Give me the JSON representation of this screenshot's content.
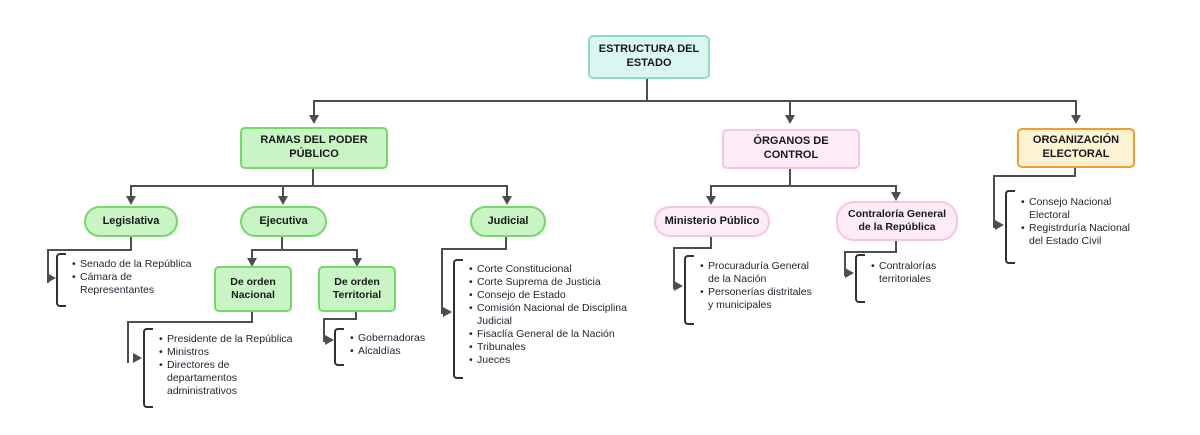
{
  "diagram": {
    "root": {
      "label": "ESTRUCTURA DEL ESTADO"
    },
    "ramas": {
      "label": "RAMAS DEL PODER PÚBLICO",
      "legislativa": {
        "label": "Legislativa",
        "items": [
          "Senado de la República",
          "Cámara de Representantes"
        ]
      },
      "ejecutiva": {
        "label": "Ejecutiva",
        "nacional": {
          "label": "De orden Nacional",
          "items": [
            "Presidente de la República",
            "Ministros",
            "Directores de departamentos administrativos"
          ]
        },
        "territorial": {
          "label": "De orden Territorial",
          "items": [
            "Gobernadoras",
            "Alcaldías"
          ]
        }
      },
      "judicial": {
        "label": "Judicial",
        "items": [
          "Corte Constitucional",
          "Corte Suprema de Justicia",
          "Consejo de Estado",
          "Comisión Nacional de Disciplina Judicial",
          "Fisaclía General de la Nación",
          "Tribunales",
          "Jueces"
        ]
      }
    },
    "organos": {
      "label": "ÓRGANOS DE CONTROL",
      "ministerio": {
        "label": "Ministerio Público",
        "items": [
          "Procuraduría General de la Nación",
          "Personerías distritales y municipales"
        ]
      },
      "contraloria": {
        "label": "Contraloría General de la República",
        "items": [
          "Contralorías territoriales"
        ]
      }
    },
    "electoral": {
      "label": "ORGANIZACIÓN ELECTORAL",
      "items": [
        "Consejo Nacional Electoral",
        "Registrduría Nacional del Estado Civil"
      ]
    },
    "colors": {
      "root_fill": "#d9f6f1",
      "root_border": "#8edbcb",
      "green_fill": "#c9f4c4",
      "green_border": "#74d96b",
      "pink_fill": "#fdebf6",
      "pink_border": "#f7c4e1",
      "yellow_fill": "#fdf3d2",
      "orange_border": "#f09e2f",
      "connector": "#4b4f54",
      "text": "#1e2430"
    }
  }
}
